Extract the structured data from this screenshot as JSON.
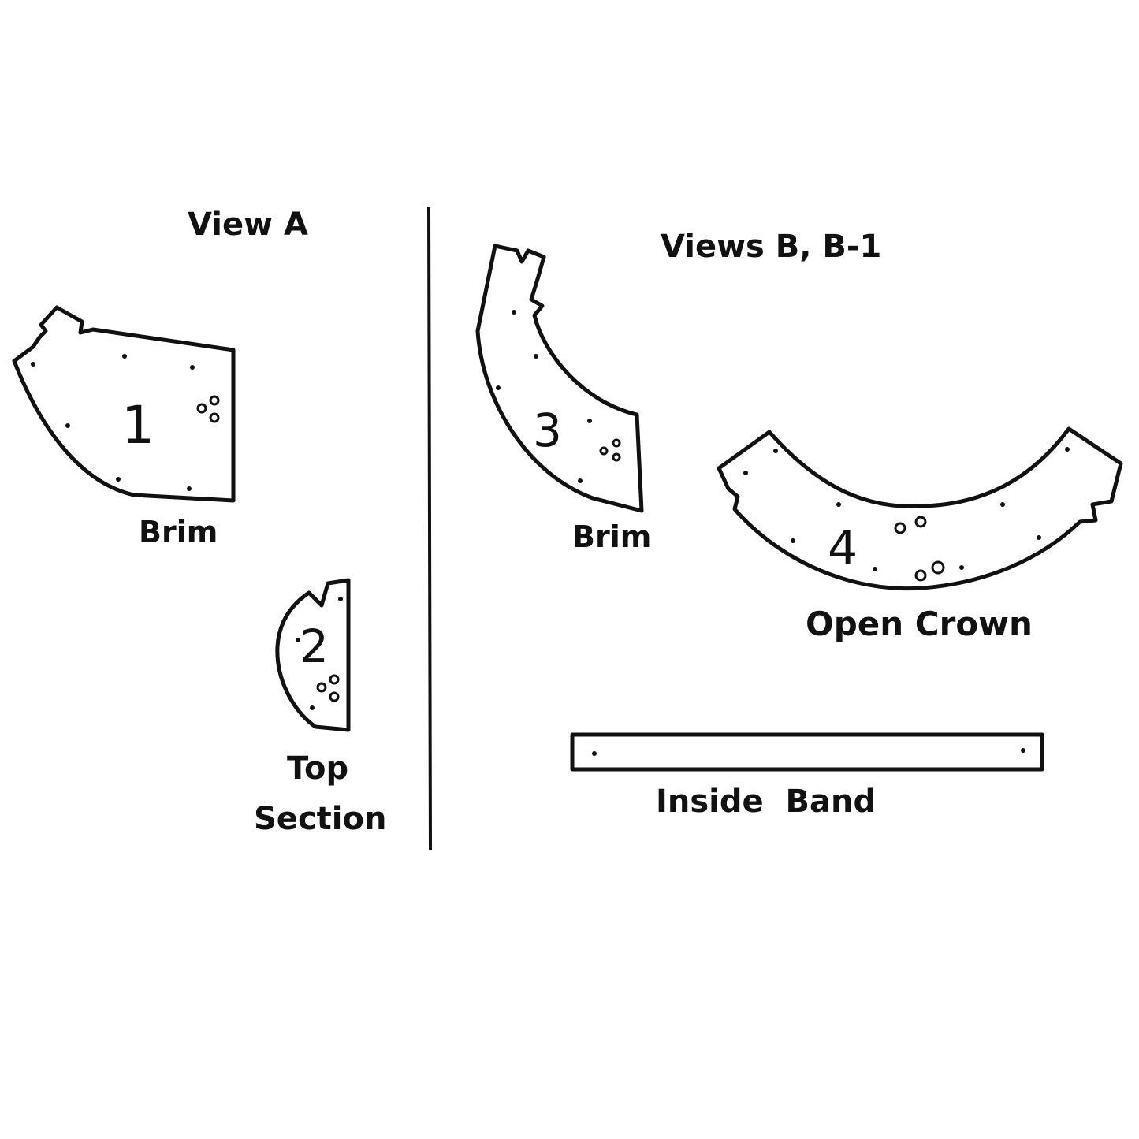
{
  "views": {
    "view_a": {
      "heading": "View A",
      "pieces": [
        {
          "number": "1",
          "name": "Brim"
        },
        {
          "number": "2",
          "name_line1": "Top",
          "name_line2": "Section"
        }
      ]
    },
    "view_b": {
      "heading": "Views B, B-1",
      "pieces": [
        {
          "number": "3",
          "name": "Brim"
        },
        {
          "number": "4",
          "name": "Open Crown"
        },
        {
          "name": "Inside  Band"
        }
      ]
    }
  },
  "colors": {
    "ink": "#111111",
    "paper": "#ffffff"
  }
}
